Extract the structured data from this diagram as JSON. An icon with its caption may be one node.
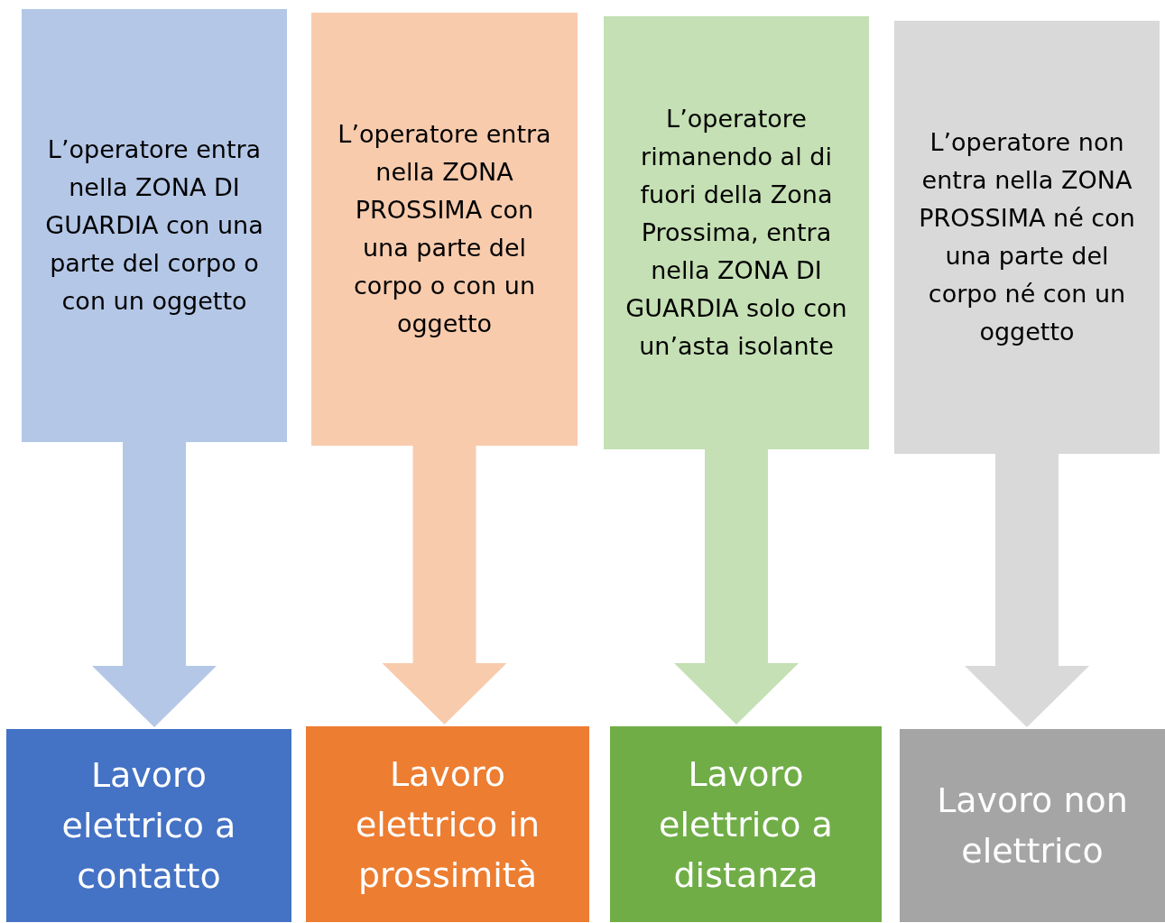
{
  "diagram": {
    "nodes": [
      {
        "text": [
          "L’operatore entra nella ZONA DI GUARDIA con una parte del corpo o con un oggetto"
        ]
      },
      {
        "text": [
          "L’operatore entra nella ZONA PROSSIMA con una parte del corpo o con un oggetto"
        ]
      },
      {
        "text": [
          "L’operatore rimanendo al di fuori della Zona Prossima, entra nella ZONA DI GUARDIA solo con un’asta isolante"
        ]
      },
      {
        "text": [
          "L’operatore non entra nella ZONA PROSSIMA né con una parte del corpo né con un oggetto"
        ]
      },
      {
        "text": [
          "Lavoro elettrico a contatto"
        ]
      },
      {
        "text": [
          "Lavoro elettrico in prossimità"
        ]
      },
      {
        "text": [
          "Lavoro elettrico a distanza"
        ]
      },
      {
        "text": [
          "Lavoro non elettrico"
        ]
      }
    ],
    "edges": [
      {
        "from": 0,
        "to": 4,
        "arrow": "to",
        "style": "thick",
        "color": "#b4c7e7"
      },
      {
        "from": 1,
        "to": 5,
        "arrow": "to",
        "style": "thick",
        "color": "#f8cbad"
      },
      {
        "from": 2,
        "to": 6,
        "arrow": "to",
        "style": "thick",
        "color": "#c5e0b4"
      },
      {
        "from": 3,
        "to": 7,
        "arrow": "to",
        "style": "thick",
        "color": "#d9d9d9"
      }
    ]
  }
}
